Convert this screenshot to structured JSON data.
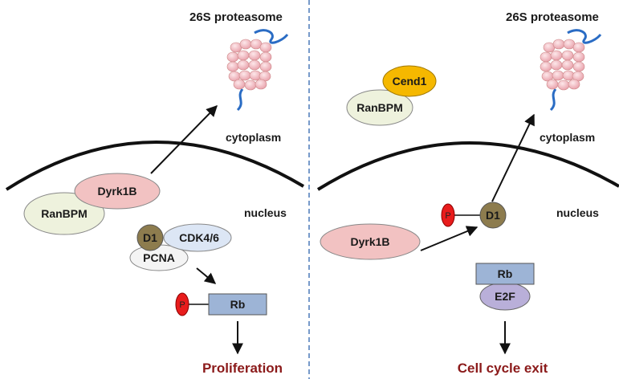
{
  "left": {
    "proteasome_label": "26S proteasome",
    "cytoplasm_label": "cytoplasm",
    "nucleus_label": "nucleus",
    "dyrk1b": "Dyrk1B",
    "ranbpm": "RanBPM",
    "d1": "D1",
    "cdk46": "CDK4/6",
    "pcna": "PCNA",
    "p": "P",
    "rb": "Rb",
    "outcome": "Proliferation"
  },
  "right": {
    "proteasome_label": "26S proteasome",
    "cytoplasm_label": "cytoplasm",
    "nucleus_label": "nucleus",
    "cend1": "Cend1",
    "ranbpm": "RanBPM",
    "p": "P",
    "d1": "D1",
    "dyrk1b": "Dyrk1B",
    "rb": "Rb",
    "e2f": "E2F",
    "outcome": "Cell cycle exit"
  },
  "colors": {
    "dyrk1b": "#f2c2c2",
    "ranbpm": "#eef2dd",
    "d1": "#8d7c4e",
    "cdk46": "#dce6f5",
    "pcna": "#f4f4f4",
    "phospho": "#e81c1c",
    "rb": "#9db4d6",
    "e2f": "#b9afd9",
    "cend1": "#f5b800",
    "outcome": "#8b1a1a",
    "proteasome_dna": "#2a6cc4"
  }
}
